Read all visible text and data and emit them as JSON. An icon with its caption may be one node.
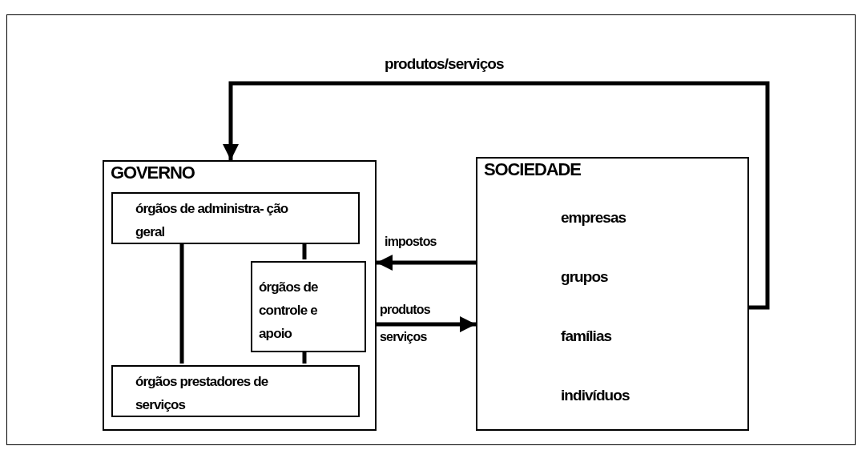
{
  "diagram": {
    "nodes": [
      {
        "text": [
          "GOVERNO"
        ]
      },
      {
        "text": [
          "órgãos de administra- ção geral"
        ],
        "in": 0
      },
      {
        "text": [
          "órgãos de controle e apoio"
        ],
        "in": 0
      },
      {
        "text": [
          "órgãos prestadores de serviços"
        ],
        "in": 0
      },
      {
        "text": [
          "SOCIEDADE",
          "empresas",
          "grupos",
          "famílias",
          "indivíduos"
        ]
      }
    ],
    "edges": [
      {
        "from": 4,
        "to": 0,
        "arrow": "to",
        "label": "produtos/serviços"
      },
      {
        "from": 4,
        "to": 0,
        "arrow": "to",
        "label": "impostos"
      },
      {
        "from": 0,
        "to": 4,
        "arrow": "to",
        "label": "produtos serviços"
      },
      {
        "from": 1,
        "to": 3,
        "arrow": "none"
      },
      {
        "from": 1,
        "to": 2,
        "arrow": "none"
      },
      {
        "from": 2,
        "to": 3,
        "arrow": "none"
      }
    ]
  }
}
